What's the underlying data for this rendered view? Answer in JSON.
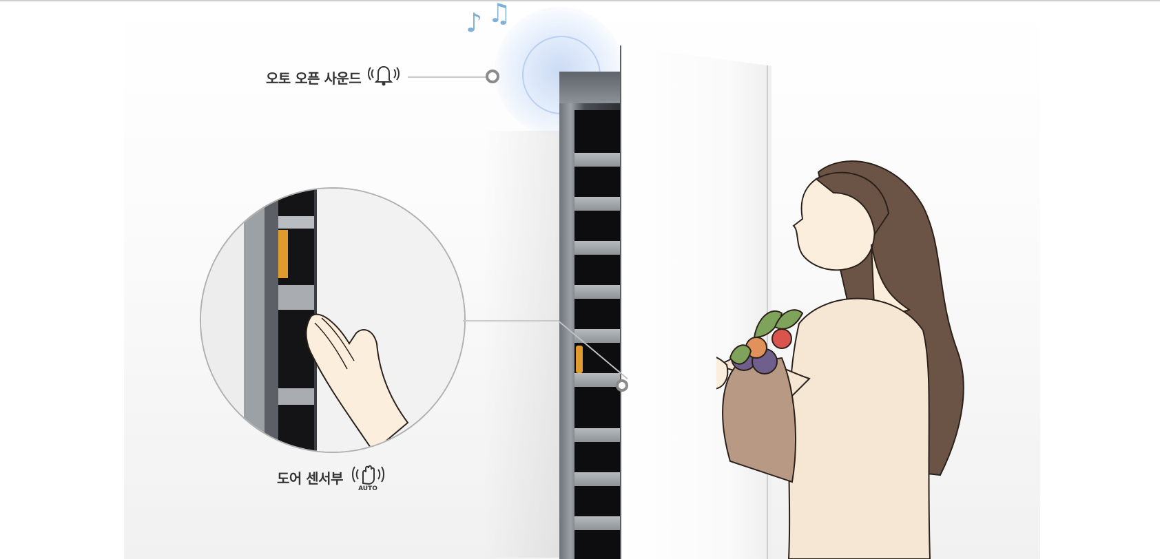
{
  "callouts": {
    "auto_open_sound": {
      "label": "오토 오픈 사운드",
      "icon": "bell-ringing-icon"
    },
    "door_sensor": {
      "label": "도어 센서부",
      "icon": "hand-wave-icon",
      "icon_caption": "AUTO"
    }
  },
  "decor": {
    "notes": [
      "♪",
      "♫"
    ],
    "note_color": "#7fb0d8",
    "glow_color": "#a8c4ec"
  }
}
